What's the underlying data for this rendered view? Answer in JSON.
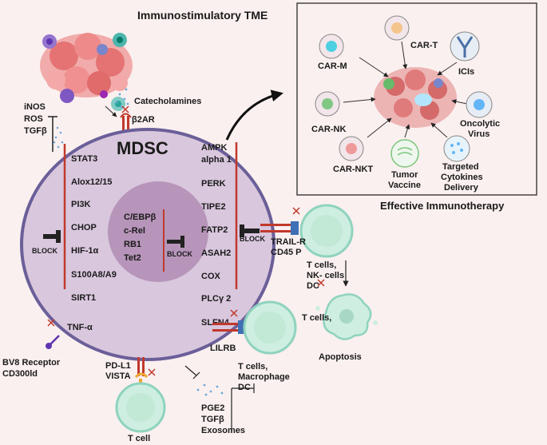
{
  "titles": {
    "tme": "Immunostimulatory TME",
    "mdsc": "MDSC",
    "immunotherapy": "Effective Immunotherapy"
  },
  "left_factors": [
    "iNOS",
    "ROS",
    "TGFβ"
  ],
  "catecholamines": "Catecholamines",
  "b2ar": "β2AR",
  "left_genes": [
    "STAT3",
    "Alox12/15",
    "PI3K",
    "CHOP",
    "HIF-1α",
    "S100A8/A9",
    "SIRT1"
  ],
  "tnf": "TNF-α",
  "right_genes": [
    "AMPK",
    "alpha 1",
    "PERK",
    "TIPE2",
    "FATP2",
    "ASAH2",
    "COX",
    "PLCγ 2",
    "SLFN4"
  ],
  "nucleus_genes": [
    "C/EBPβ",
    "c-Rel",
    "RB1",
    "Tet2"
  ],
  "block_label": "BLOCK",
  "therapies": {
    "car_m": "CAR-M",
    "car_t": "CAR-T",
    "icis": "ICIs",
    "car_nk": "CAR-NK",
    "oncolytic": [
      "Oncolytic",
      "Virus"
    ],
    "car_nkt": "CAR-NKT",
    "tumor_vaccine": [
      "Tumor",
      "Vaccine"
    ],
    "cytokines": [
      "Targeted",
      "Cytokines",
      "Delivery"
    ]
  },
  "trail": [
    "TRAIL-R",
    "CD45 P"
  ],
  "t_nk_dc": [
    "T cells,",
    "NK- cells",
    "DC"
  ],
  "t_cells_apop": [
    "T cells,",
    "Apoptosis"
  ],
  "lilrb": "LILRB",
  "t_mac_dc": [
    "T cells,",
    "Macrophage",
    "DC"
  ],
  "bv8": [
    "BV8 Receptor",
    "CD300ld"
  ],
  "pdl1": [
    "PD-L1",
    "VISTA"
  ],
  "t_cell": "T cell",
  "bottom_factors": [
    "PGE2",
    "TGFβ",
    "Exosomes"
  ],
  "colors": {
    "background": "#faf0ef",
    "cell_fill": "#d9c7dd",
    "cell_border": "#6b5f99",
    "nucleus_fill": "#b795ba",
    "red_line": "#c0392b",
    "tcell_fill": "#cdeee0",
    "tcell_border": "#8fd3bf"
  }
}
